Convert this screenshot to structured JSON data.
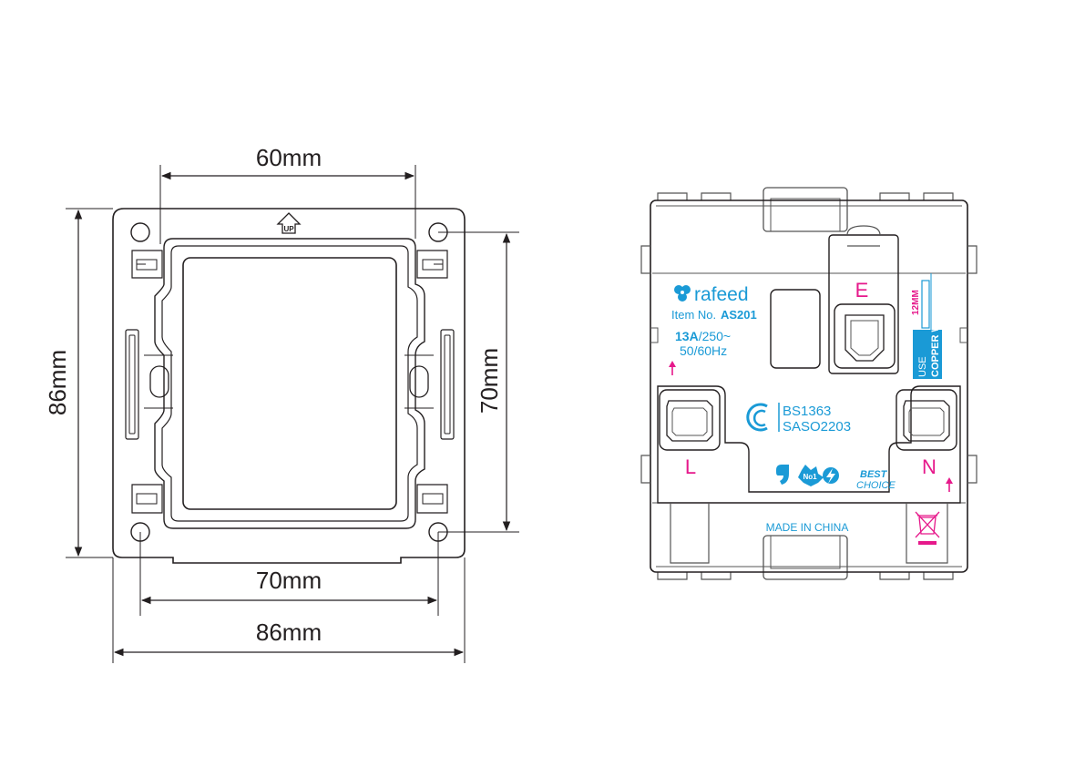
{
  "left_view": {
    "dim_top": "60mm",
    "dim_left": "86mm",
    "dim_right": "70mm",
    "dim_bottom_inner": "70mm",
    "dim_bottom_outer": "86mm",
    "up_mark": "UP"
  },
  "right_view": {
    "brand": "rafeed",
    "item_label": "Item No.",
    "item_number": "AS201",
    "rating_current": "13A",
    "rating_voltage": "/250~",
    "rating_freq": "50/60Hz",
    "terminal_earth": "E",
    "terminal_live": "L",
    "terminal_neutral": "N",
    "standard_1": "BS1363",
    "standard_2": "SASO2203",
    "origin": "MADE IN CHINA",
    "best_line1": "BEST",
    "best_line2": "CHOICE",
    "no1_badge": "No1",
    "strip_length": "12MM",
    "wire_use": "USE",
    "wire_type": "COPPER WIRE"
  },
  "colors": {
    "line": "#231f20",
    "blue": "#1a9ad6",
    "magenta": "#e6198b"
  },
  "icons": [
    "up-arrow-icon",
    "rafeed-logo-icon",
    "saso-logo-icon",
    "weee-bin-icon",
    "lightning-icon",
    "arrow-up-icon"
  ]
}
